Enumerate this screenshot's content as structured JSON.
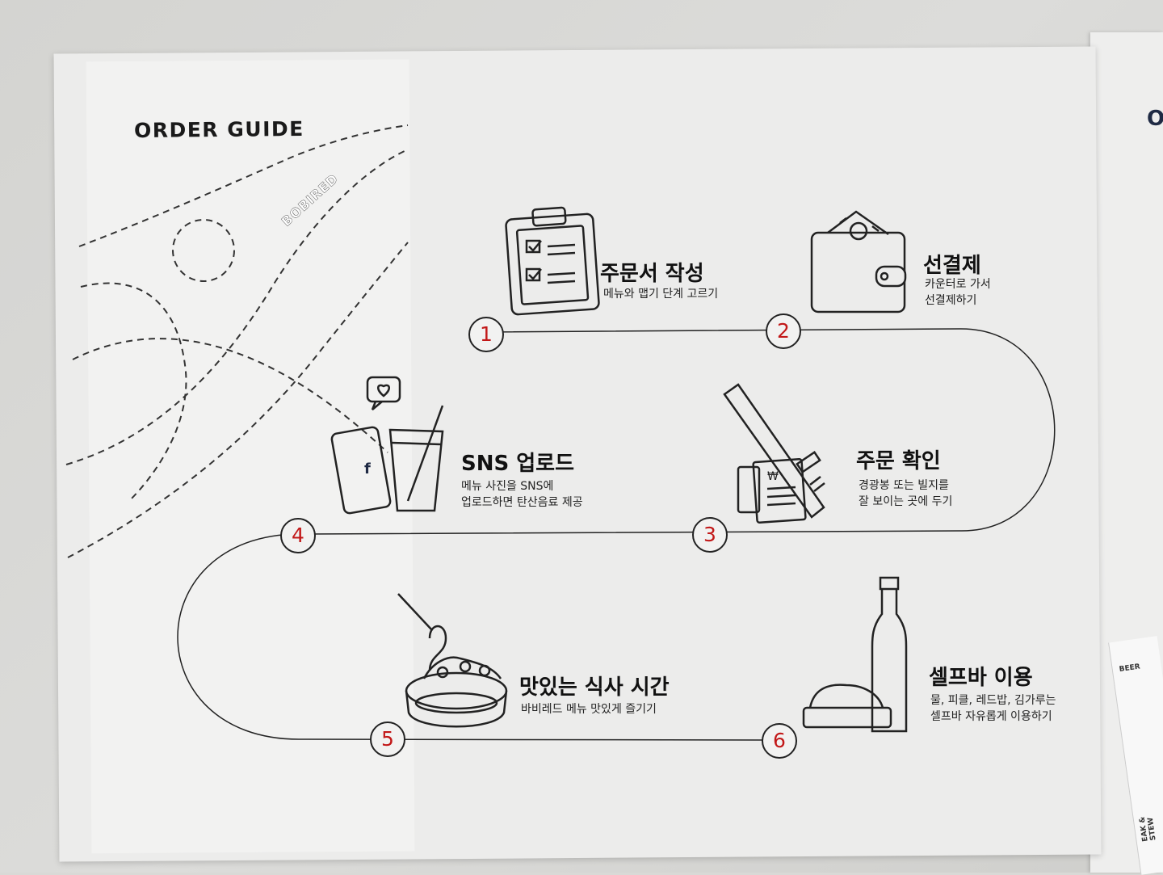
{
  "guide": {
    "title": "ORDER GUIDE",
    "brand": "BOBIRED",
    "accent_color": "#c21818",
    "steps": [
      {
        "number": "1",
        "title": "주문서 작성",
        "desc_1": "메뉴와 맵기 단계 고르기",
        "desc_2": "",
        "icon": "clipboard-icon"
      },
      {
        "number": "2",
        "title": "선결제",
        "desc_1": "카운터로 가서",
        "desc_2": "선결제하기",
        "icon": "wallet-icon"
      },
      {
        "number": "3",
        "title": "주문 확인",
        "desc_1": "경광봉 또는 빌지를",
        "desc_2": "잘 보이는 곳에 두기",
        "icon": "light-stick-icon"
      },
      {
        "number": "4",
        "title": "SNS 업로드",
        "desc_1": "메뉴 사진을 SNS에",
        "desc_2": "업로드하면 탄산음료 제공",
        "icon": "phone-drink-icon"
      },
      {
        "number": "5",
        "title": "맛있는 식사 시간",
        "desc_1": "바비레드 메뉴 맛있게 즐기기",
        "desc_2": "",
        "icon": "pasta-bowl-icon"
      },
      {
        "number": "6",
        "title": "셀프바 이용",
        "desc_1": "물, 피클, 레드밥, 김가루는",
        "desc_2": "셀프바 자유롭게 이용하기",
        "icon": "bottle-rice-icon"
      }
    ],
    "phone_logo": "f",
    "receipt_symbol": "₩"
  },
  "next_page": {
    "letter": "O"
  },
  "menu_card": {
    "label_1": "BEER",
    "label_2": "EAK & STEW"
  }
}
